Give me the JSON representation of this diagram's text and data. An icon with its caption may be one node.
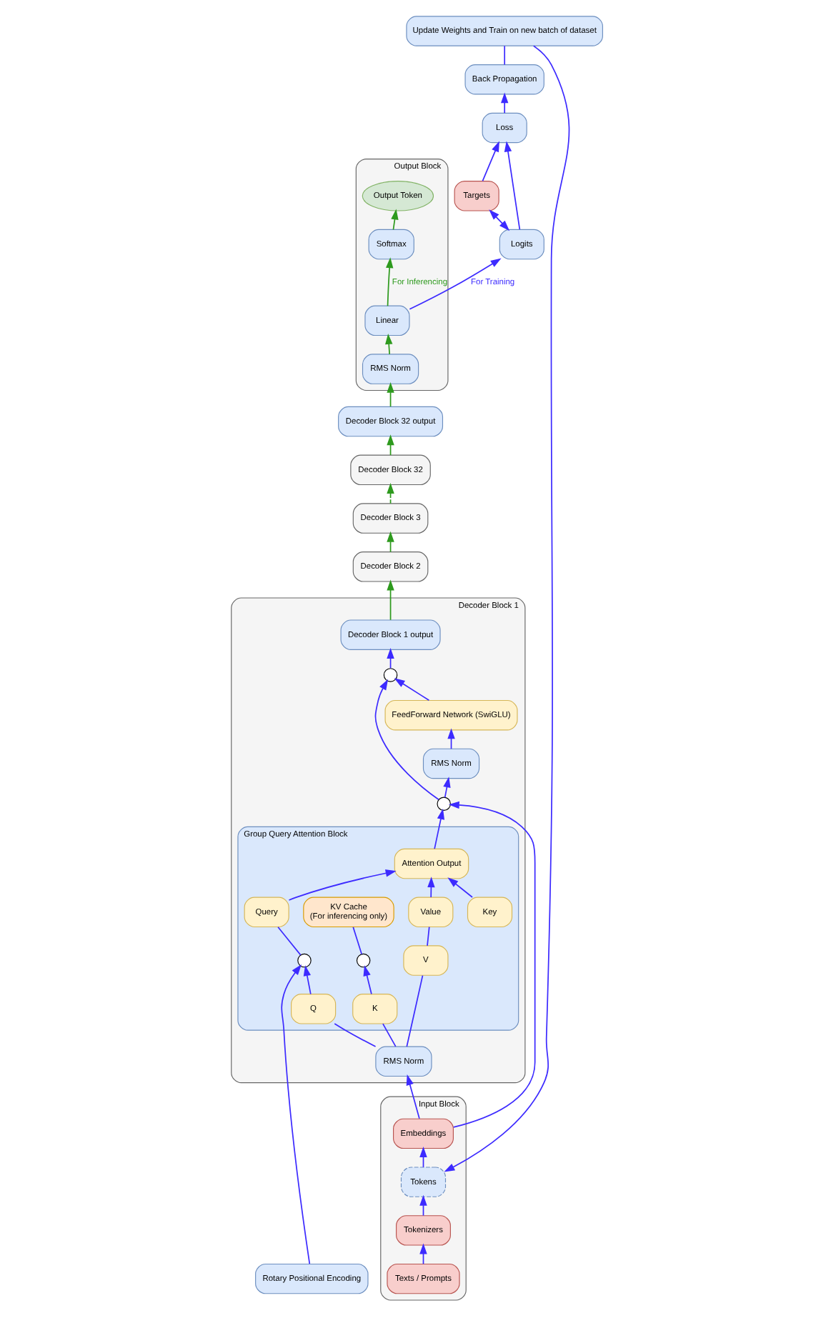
{
  "diagram": {
    "nodes": [
      {
        "text": [
          "Output Block"
        ]
      },
      {
        "text": [
          "Output Token"
        ],
        "in": 0
      },
      {
        "text": [
          "Softmax"
        ],
        "in": 0
      },
      {
        "text": [
          "Linear"
        ],
        "in": 0
      },
      {
        "text": [
          "RMS Norm"
        ],
        "in": 0
      },
      {
        "text": [
          "Decoder Block 32 output"
        ]
      },
      {
        "text": [
          "Decoder Block 32"
        ]
      },
      {
        "text": [
          "Decoder Block 3"
        ]
      },
      {
        "text": [
          "Decoder Block 2"
        ]
      },
      {
        "text": [
          "Decoder Block 1"
        ]
      },
      {
        "text": [
          "Decoder Block 1 output"
        ],
        "in": 9
      },
      {
        "text": [],
        "shape": "circle",
        "in": 9
      },
      {
        "text": [
          "FeedForward Network (SwiGLU)"
        ],
        "in": 9
      },
      {
        "text": [
          "RMS Norm"
        ],
        "in": 9
      },
      {
        "text": [],
        "shape": "circle",
        "in": 9
      },
      {
        "text": [
          "Group Query Attention Block"
        ],
        "in": 9
      },
      {
        "text": [
          "Attention Output"
        ],
        "in": 15
      },
      {
        "text": [
          "Query"
        ],
        "in": 15
      },
      {
        "text": [
          "Key"
        ],
        "in": 15
      },
      {
        "text": [
          "Value"
        ],
        "in": 15
      },
      {
        "text": [
          "KV Cache",
          "(For inferencing only)"
        ],
        "in": 15
      },
      {
        "text": [],
        "shape": "circle",
        "in": 15
      },
      {
        "text": [],
        "shape": "circle",
        "in": 15
      },
      {
        "text": [
          "Q"
        ],
        "in": 15
      },
      {
        "text": [
          "K"
        ],
        "in": 15
      },
      {
        "text": [
          "V"
        ],
        "in": 15
      },
      {
        "text": [
          "RMS Norm"
        ],
        "in": 9
      },
      {
        "text": [
          "Rotary Positional Encoding"
        ]
      },
      {
        "text": [
          "Input Block"
        ]
      },
      {
        "text": [
          "Embeddings"
        ],
        "in": 28
      },
      {
        "text": [
          "Tokens"
        ],
        "in": 28
      },
      {
        "text": [
          "Tokenizers"
        ],
        "in": 28
      },
      {
        "text": [
          "Texts / Prompts"
        ],
        "in": 28
      },
      {
        "text": [
          "Logits"
        ]
      },
      {
        "text": [
          "Targets"
        ]
      },
      {
        "text": [
          "Loss"
        ]
      },
      {
        "text": [
          "Back Propagation"
        ]
      },
      {
        "text": [
          "Update Weights and Train on new batch of dataset"
        ]
      }
    ],
    "edges": [
      {
        "from": 32,
        "to": 31,
        "arrow": "to"
      },
      {
        "from": 31,
        "to": 30,
        "arrow": "to"
      },
      {
        "from": 30,
        "to": 29,
        "arrow": "to"
      },
      {
        "from": 29,
        "to": 26,
        "arrow": "to"
      },
      {
        "from": 29,
        "to": 14,
        "arrow": "to"
      },
      {
        "from": 26,
        "to": 23,
        "arrow": "none"
      },
      {
        "from": 26,
        "to": 24,
        "arrow": "none"
      },
      {
        "from": 26,
        "to": 25,
        "arrow": "none"
      },
      {
        "from": 23,
        "to": 21,
        "arrow": "to"
      },
      {
        "from": 24,
        "to": 22,
        "arrow": "to"
      },
      {
        "from": 27,
        "to": 21,
        "arrow": "to"
      },
      {
        "from": 21,
        "to": 17,
        "arrow": "none"
      },
      {
        "from": 22,
        "to": 20,
        "arrow": "none"
      },
      {
        "from": 25,
        "to": 19,
        "arrow": "none"
      },
      {
        "from": 17,
        "to": 16,
        "arrow": "to"
      },
      {
        "from": 18,
        "to": 16,
        "arrow": "to"
      },
      {
        "from": 19,
        "to": 16,
        "arrow": "to"
      },
      {
        "from": 16,
        "to": 14,
        "arrow": "to"
      },
      {
        "from": 14,
        "to": 13,
        "arrow": "to"
      },
      {
        "from": 14,
        "to": 11,
        "arrow": "to"
      },
      {
        "from": 13,
        "to": 12,
        "arrow": "to"
      },
      {
        "from": 12,
        "to": 11,
        "arrow": "to"
      },
      {
        "from": 11,
        "to": 10,
        "arrow": "to"
      },
      {
        "from": 10,
        "to": 8,
        "arrow": "to",
        "color": "#2e9a1e"
      },
      {
        "from": 8,
        "to": 7,
        "arrow": "to",
        "color": "#2e9a1e"
      },
      {
        "from": 7,
        "to": 6,
        "arrow": "to",
        "style": "dashed",
        "color": "#2e9a1e"
      },
      {
        "from": 6,
        "to": 5,
        "arrow": "to",
        "color": "#2e9a1e"
      },
      {
        "from": 5,
        "to": 4,
        "arrow": "to",
        "color": "#2e9a1e"
      },
      {
        "from": 4,
        "to": 3,
        "arrow": "to",
        "color": "#2e9a1e"
      },
      {
        "from": 3,
        "to": 2,
        "arrow": "to",
        "label": "For Inferencing",
        "color": "#2e9a1e"
      },
      {
        "from": 2,
        "to": 1,
        "arrow": "to",
        "color": "#2e9a1e"
      },
      {
        "from": 3,
        "to": 33,
        "arrow": "to",
        "label": "For Training"
      },
      {
        "from": 33,
        "to": 34,
        "arrow": "both"
      },
      {
        "from": 33,
        "to": 35,
        "arrow": "to"
      },
      {
        "from": 34,
        "to": 35,
        "arrow": "to"
      },
      {
        "from": 35,
        "to": 36,
        "arrow": "to"
      },
      {
        "from": 36,
        "to": 37,
        "arrow": "none"
      },
      {
        "from": 37,
        "to": 30,
        "arrow": "to"
      }
    ]
  }
}
